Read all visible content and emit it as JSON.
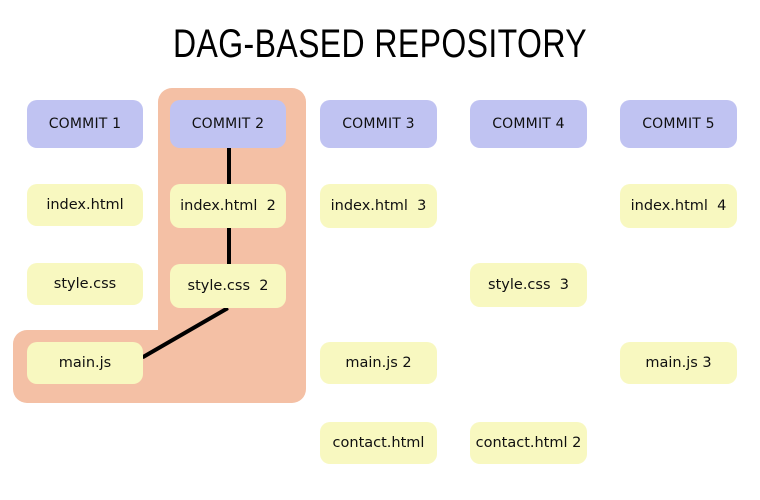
{
  "title": "DAG-BASED REPOSITORY",
  "colors": {
    "background": "#ffffff",
    "commit_fill": "#c0c3f2",
    "file_fill": "#f8f8c0",
    "highlight_fill": "#f4c0a5",
    "edge": "#000000",
    "text": "#101010"
  },
  "columns": [
    {
      "id": "commit-1",
      "commit_label": "COMMIT 1",
      "files": [
        {
          "id": "c1-index",
          "label": "index.html"
        },
        {
          "id": "c1-style",
          "label": "style.css"
        },
        {
          "id": "c1-main",
          "label": "main.js"
        }
      ]
    },
    {
      "id": "commit-2",
      "commit_label": "COMMIT 2",
      "files": [
        {
          "id": "c2-index",
          "label": "index.html  2"
        },
        {
          "id": "c2-style",
          "label": "style.css  2"
        }
      ]
    },
    {
      "id": "commit-3",
      "commit_label": "COMMIT 3",
      "files": [
        {
          "id": "c3-index",
          "label": "index.html  3"
        },
        {
          "id": "c3-main",
          "label": "main.js 2"
        },
        {
          "id": "c3-contact",
          "label": "contact.html"
        }
      ]
    },
    {
      "id": "commit-4",
      "commit_label": "COMMIT 4",
      "files": [
        {
          "id": "c4-style",
          "label": "style.css  3"
        },
        {
          "id": "c4-contact",
          "label": "contact.html 2"
        }
      ]
    },
    {
      "id": "commit-5",
      "commit_label": "COMMIT 5",
      "files": [
        {
          "id": "c5-index",
          "label": "index.html  4"
        },
        {
          "id": "c5-main",
          "label": "main.js 3"
        }
      ]
    }
  ],
  "edges": [
    {
      "id": "edge-commit2-to-index2",
      "from": "commit-2",
      "to": "c2-index"
    },
    {
      "id": "edge-index2-to-style2",
      "from": "c2-index",
      "to": "c2-style"
    },
    {
      "id": "edge-style2-to-main1",
      "from": "c2-style",
      "to": "c1-main"
    }
  ],
  "highlight_groups": [
    {
      "id": "highlight-commit2-column",
      "covers": "commit-2 column"
    },
    {
      "id": "highlight-main-js-row",
      "covers": "commit-1 main.js"
    }
  ]
}
